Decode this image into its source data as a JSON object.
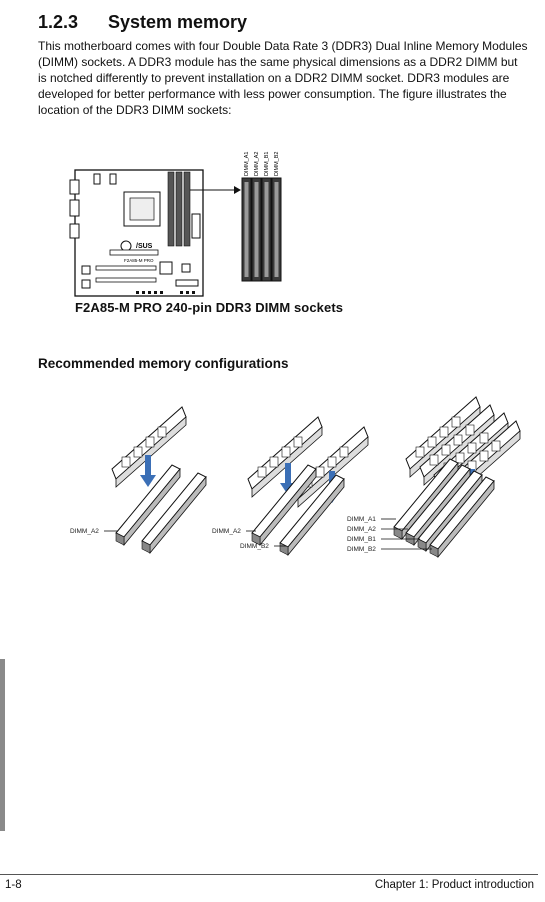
{
  "section": {
    "number": "1.2.3",
    "title": "System memory"
  },
  "intro_lines": [
    "This motherboard comes with four Double Data Rate 3 (DDR3) Dual Inline Memory Modules",
    "(DIMM) sockets. A DDR3 module has the same physical dimensions as a DDR2 DIMM but",
    "is notched differently to prevent installation on a DDR2 DIMM socket. DDR3 modules are",
    "developed for better performance with less power consumption. The figure illustrates the",
    "location of the DDR3 DIMM sockets:"
  ],
  "motherboard_figure": {
    "board_label": "F2A85-M PRO",
    "logo_text": "/SUS",
    "slot_labels": [
      "DIMM_A1",
      "DIMM_A2",
      "DIMM_B1",
      "DIMM_B2"
    ],
    "caption": "F2A85-M PRO 240-pin DDR3 DIMM sockets"
  },
  "recommended": {
    "heading": "Recommended memory configurations",
    "configs": [
      {
        "labels": [
          "DIMM_A2"
        ]
      },
      {
        "labels": [
          "DIMM_A2",
          "DIMM_B2"
        ]
      },
      {
        "labels": [
          "DIMM_A1",
          "DIMM_A2",
          "DIMM_B1",
          "DIMM_B2"
        ]
      }
    ]
  },
  "footer": {
    "page": "1-8",
    "chapter": "Chapter 1: Product introduction"
  },
  "colors": {
    "text": "#111111",
    "side_bar": "#8a8a8a",
    "slot_dark": "#3a3a3a"
  }
}
